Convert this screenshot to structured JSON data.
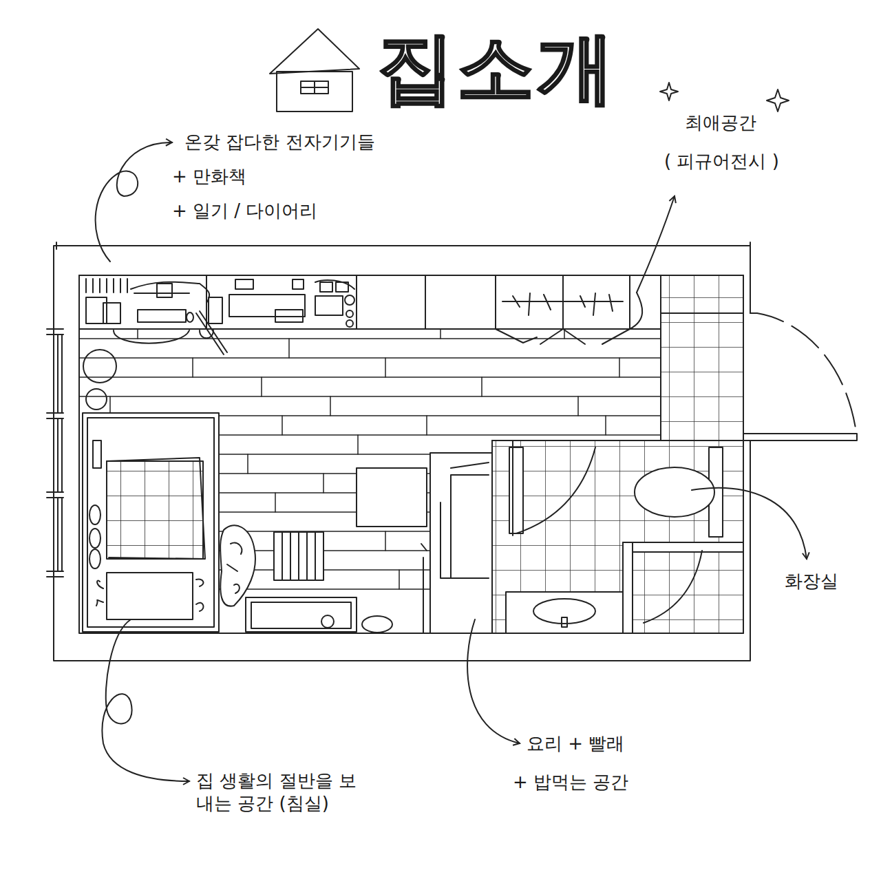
{
  "diagram": {
    "title": "집소개",
    "labels": [
      "온갖 잡다한 전자기기들",
      "+ 만화책",
      "+ 일기 / 다이어리",
      "최애공간",
      "( 피규어전시 )",
      "화장실",
      "집 생활의 절반을 보내는 공간 (침실)",
      "요리 + 빨래",
      "+ 밥먹는 공간"
    ]
  }
}
